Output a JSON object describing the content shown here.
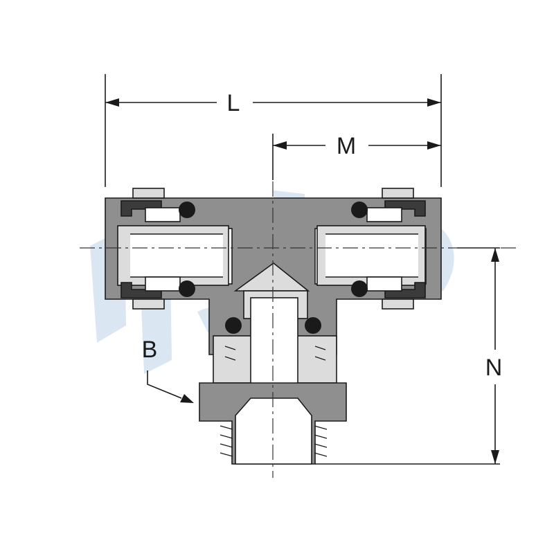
{
  "diagram": {
    "labels": {
      "L": "L",
      "M": "M",
      "N": "N",
      "B": "B"
    }
  }
}
